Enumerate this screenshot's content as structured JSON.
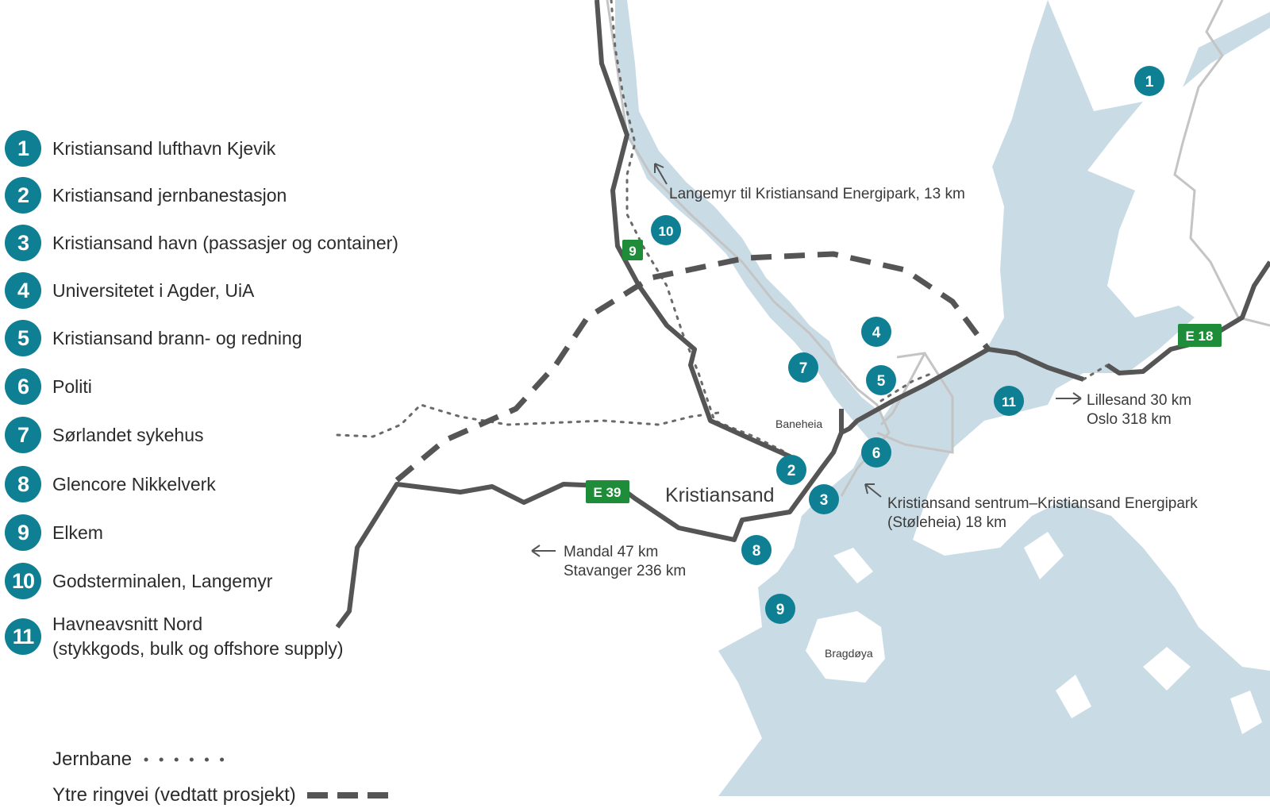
{
  "legend": {
    "items": [
      {
        "num": "1",
        "label": "Kristiansand lufthavn Kjevik"
      },
      {
        "num": "2",
        "label": "Kristiansand jernbanestasjon"
      },
      {
        "num": "3",
        "label": "Kristiansand havn (passasjer og container)"
      },
      {
        "num": "4",
        "label": "Universitetet i Agder, UiA"
      },
      {
        "num": "5",
        "label": "Kristiansand brann- og redning"
      },
      {
        "num": "6",
        "label": "Politi"
      },
      {
        "num": "7",
        "label": "Sørlandet sykehus"
      },
      {
        "num": "8",
        "label": "Glencore Nikkelverk"
      },
      {
        "num": "9",
        "label": "Elkem"
      },
      {
        "num": "10",
        "label": "Godsterminalen, Langemyr"
      },
      {
        "num": "11",
        "label": "Havneavsnitt Nord\n(stykkgods, bulk og offshore supply)"
      }
    ]
  },
  "key": {
    "railway": "Jernbane",
    "ring_road": "Ytre ringvei (vedtatt prosjekt)"
  },
  "map": {
    "city": "Kristiansand",
    "area_baneheia": "Baneheia",
    "area_bragdoya": "Bragdøya",
    "road_e39": "E 39",
    "road_e18": "E 18",
    "road_9": "9",
    "note_langemyr": "Langemyr til Kristiansand Energipark, 13 km",
    "note_lillesand": "Lillesand 30 km",
    "note_oslo": "Oslo 318 km",
    "note_sentrum_1": "Kristiansand sentrum–Kristiansand Energipark",
    "note_sentrum_2": "(Støleheia) 18 km",
    "note_mandal": "Mandal 47 km",
    "note_stavanger": "Stavanger 236 km",
    "markers": [
      "1",
      "2",
      "3",
      "4",
      "5",
      "6",
      "7",
      "8",
      "9",
      "10",
      "11"
    ]
  },
  "colors": {
    "water": "#c9dce5",
    "marker": "#0f7f93",
    "road": "#555555",
    "road_sign": "#1f8c3a"
  }
}
